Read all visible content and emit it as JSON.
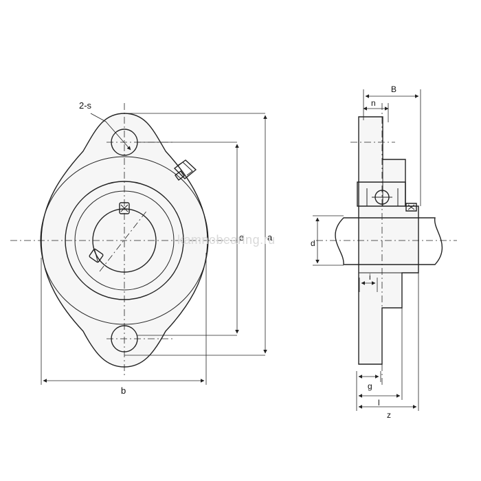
{
  "labels": {
    "holes": "2-s",
    "a": "a",
    "e": "e",
    "b": "b",
    "B": "B",
    "n": "n",
    "d": "d",
    "i": "i",
    "g": "g",
    "l": "l",
    "z": "z"
  },
  "watermark": "kamnobearing.ru"
}
